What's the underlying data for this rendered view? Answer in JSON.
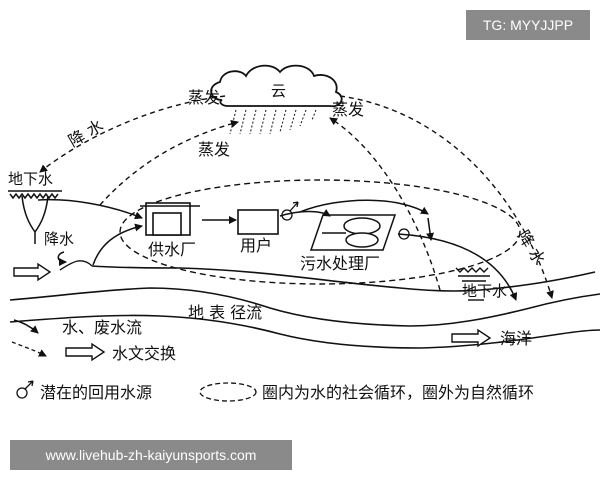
{
  "diagram": {
    "labels": {
      "cloud": "云",
      "evap_top_left": "蒸发",
      "evap_top_right": "蒸发",
      "evap_bottom": "蒸发",
      "precip_left": "降 水",
      "groundwater_left": "地下水",
      "precip_small": "降水",
      "water_plant": "供水厂",
      "user": "用户",
      "sewage_plant": "污水处理厂",
      "precip_right": "降 水",
      "groundwater_right": "地下水",
      "surface_runoff": "地 表  径流",
      "ocean": "海洋"
    },
    "legend": {
      "wastewater": "水、废水流",
      "hydro_exchange": "水文交换",
      "reuse_source": "潜在的回用水源",
      "cycle_note": "圈内为水的社会循环，圈外为自然循环"
    }
  },
  "watermarks": {
    "top_right": "TG: MYYJJPP",
    "bottom_left": "www.livehub-zh-kaiyunsports.com"
  }
}
